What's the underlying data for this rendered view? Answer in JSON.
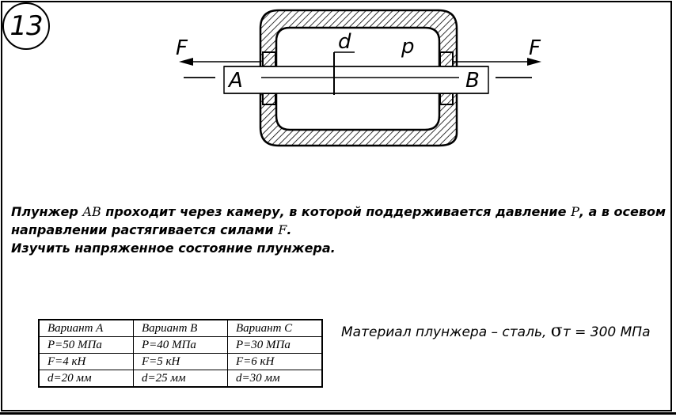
{
  "problem_number": "13",
  "diagram": {
    "label_left_force": "F",
    "label_right_force": "F",
    "label_diameter": "d",
    "label_pressure": "p",
    "label_end_a": "A",
    "label_end_b": "B"
  },
  "description": {
    "line1_part1": "Плунжер",
    "line1_sym1": "AB",
    "line1_part2": "проходит через камеру, в которой поддерживается давление",
    "line1_sym2": "P",
    "line1_part3": ", а в осевом",
    "line2_part1": "направлении растягивается силами",
    "line2_sym": "F",
    "line2_part2": ".",
    "line3": "Изучить напряженное состояние плунжера."
  },
  "variants_table": {
    "rows": [
      [
        "Вариант А",
        "Вариант В",
        "Вариант С"
      ],
      [
        "P=50 МПа",
        "P=40 МПа",
        "P=30 МПа"
      ],
      [
        "F=4 кН",
        "F=5 кН",
        "F=6 кН"
      ],
      [
        "d=20 мм",
        "d=25 мм",
        "d=30 мм"
      ]
    ]
  },
  "material": {
    "text": "Материал плунжера – сталь,",
    "sigma_symbol": "σ",
    "sigma_subscript": "т",
    "value": "= 300 МПа"
  }
}
